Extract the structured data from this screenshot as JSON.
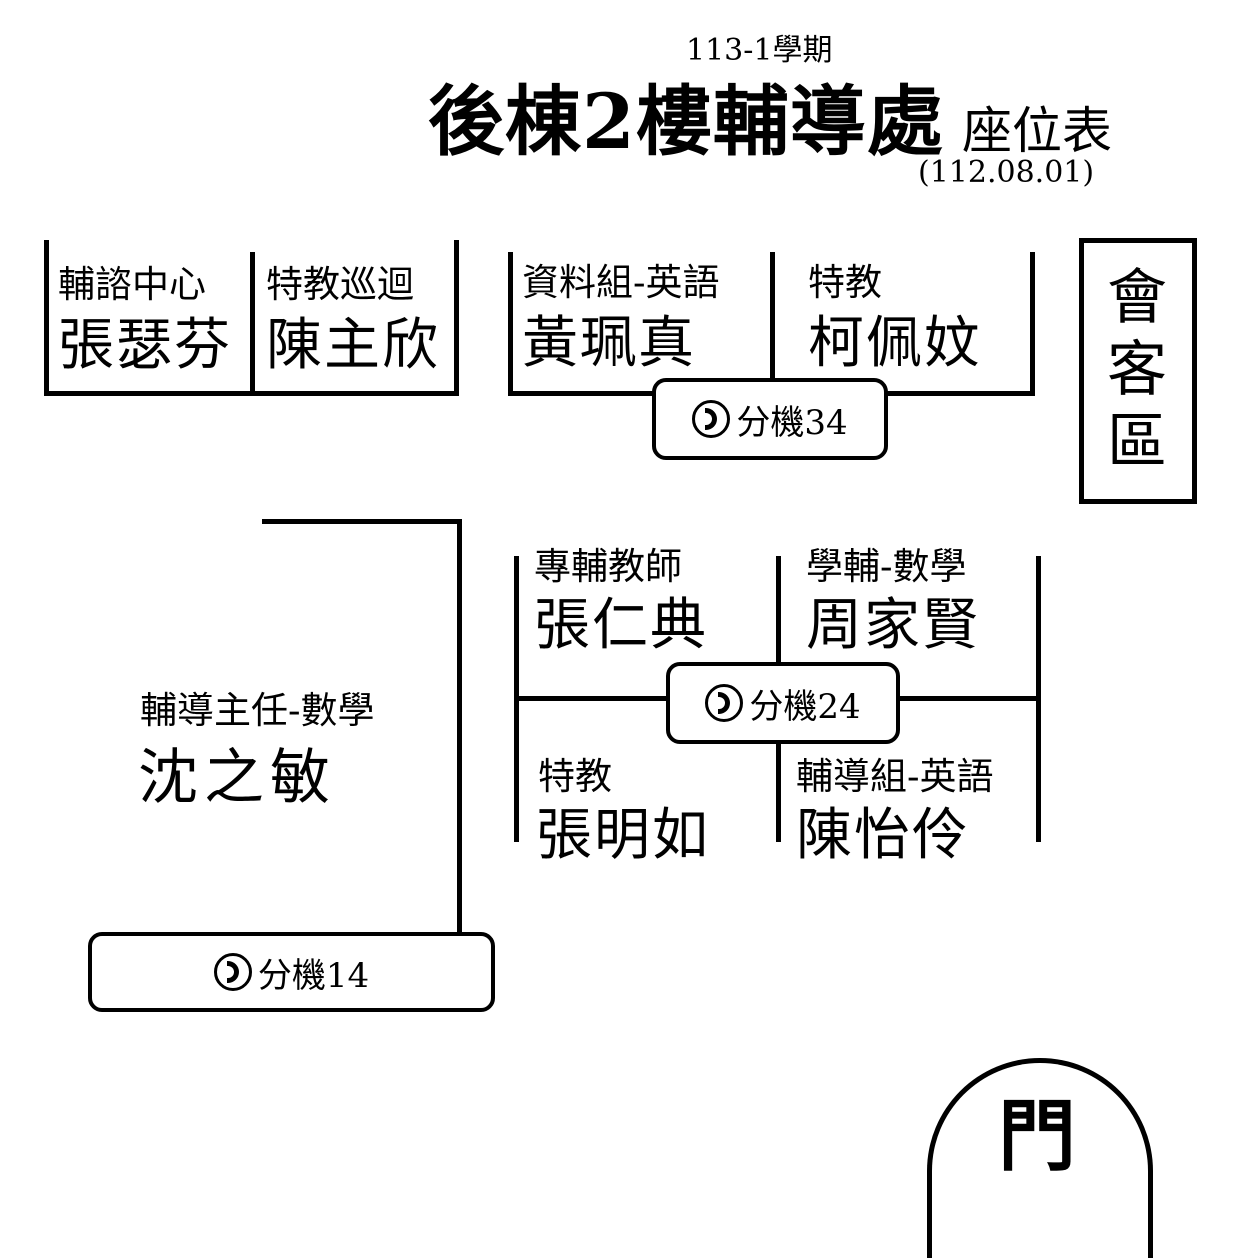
{
  "header": {
    "semester": "113-1學期",
    "title_main": "後棟2樓輔導處",
    "title_suffix": "座位表",
    "date": "(112.08.01)"
  },
  "seats": {
    "top_left_1": {
      "role": "輔諮中心",
      "name": "張瑟芬"
    },
    "top_left_2": {
      "role": "特教巡迴",
      "name": "陳主欣"
    },
    "top_right_1": {
      "role": "資料組-英語",
      "name": "黃珮真"
    },
    "top_right_2": {
      "role": "特教",
      "name": "柯佩妏"
    },
    "mid_1": {
      "role": "專輔教師",
      "name": "張仁典"
    },
    "mid_2": {
      "role": "學輔-數學",
      "name": "周家賢"
    },
    "mid_3": {
      "role": "特教",
      "name": "張明如"
    },
    "mid_4": {
      "role": "輔導組-英語",
      "name": "陳怡伶"
    },
    "director": {
      "role": "輔導主任-數學",
      "name": "沈之敏"
    }
  },
  "extensions": {
    "ext_34": "分機34",
    "ext_24": "分機24",
    "ext_14": "分機14"
  },
  "meeting_area": "會客區",
  "door": "門"
}
